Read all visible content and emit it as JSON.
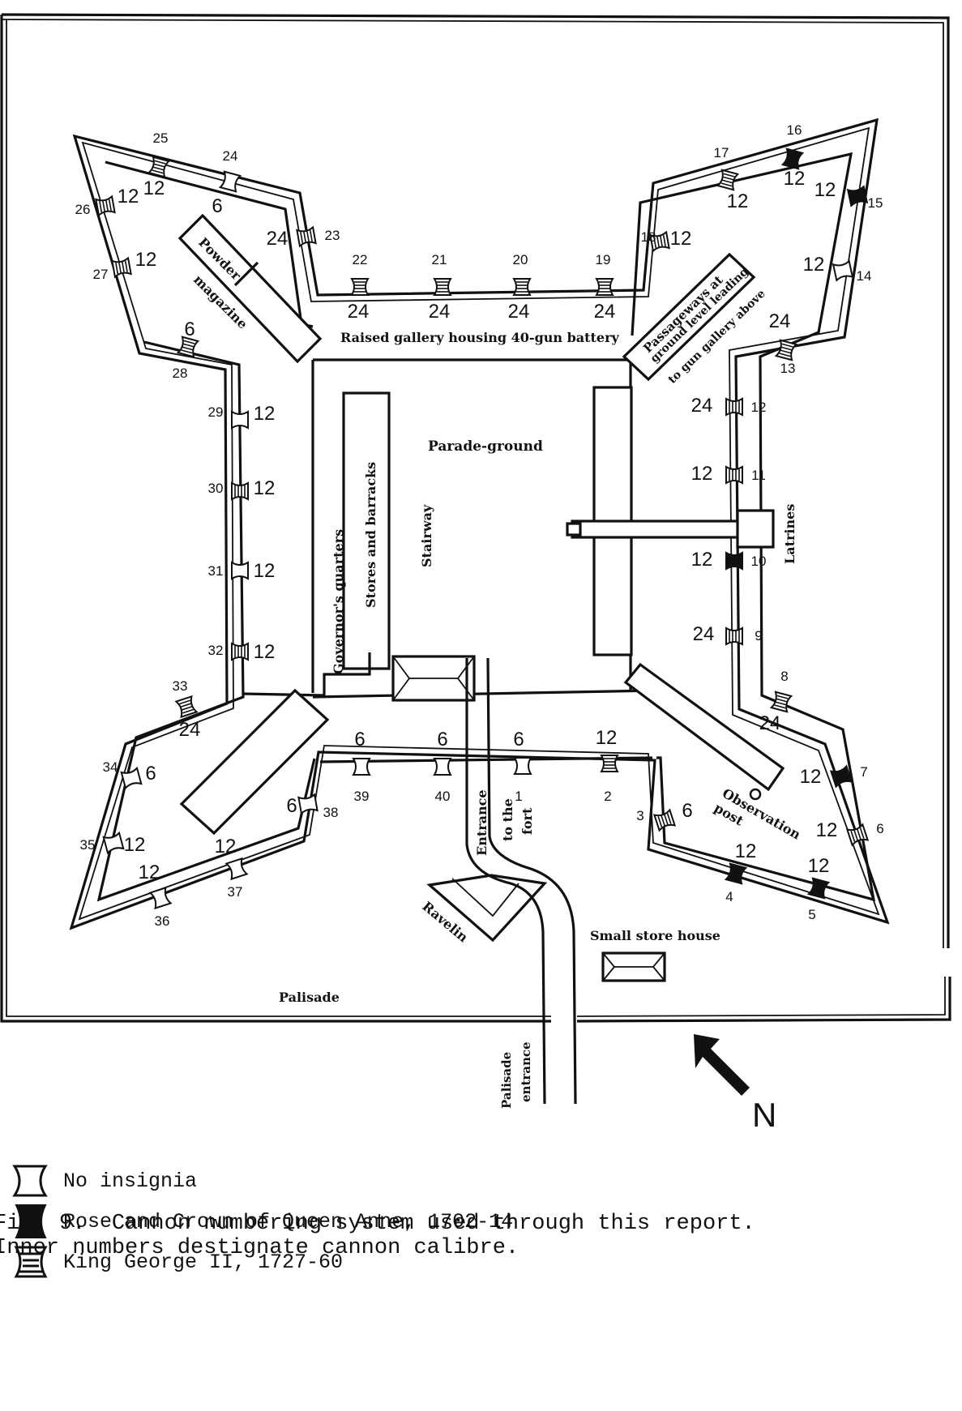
{
  "figure": {
    "caption_line1": "Fig. 9.  Cannon numbering system used through this report.",
    "caption_line2": "Inner numbers destignate cannon calibre."
  },
  "labels": {
    "powder_magazine_1": "Powder",
    "powder_magazine_2": "magazine",
    "raised_gallery": "Raised gallery housing 40-gun battery",
    "passageways_1": "Passageways at",
    "passageways_2": "ground level leading",
    "passageways_3": "to gun gallery above",
    "parade_ground": "Parade-ground",
    "stores_barracks": "Stores and barracks",
    "stairway": "Stairway",
    "governors_quarters": "Governor's quarters",
    "latrines": "Latrines",
    "entrance_1": "Entrance",
    "entrance_2": "to the",
    "entrance_3": "fort",
    "observation_1": "Observation",
    "observation_2": "post",
    "ravelin": "Ravelin",
    "small_store_house": "Small store house",
    "palisade": "Palisade",
    "palisade_entrance_1": "Palisade",
    "palisade_entrance_2": "entrance",
    "north": "N"
  },
  "legend": [
    {
      "icon": "no-insignia-icon",
      "label": "No insignia"
    },
    {
      "icon": "rose-crown-icon",
      "label": "Rose and Crown of Queen Anne, 1702-14"
    },
    {
      "icon": "king-george-icon",
      "label": "King George II, 1727-60"
    }
  ],
  "cannons": [
    {
      "number": "1",
      "calibre": "6",
      "insignia": "none"
    },
    {
      "number": "2",
      "calibre": "12",
      "insignia": "george"
    },
    {
      "number": "3",
      "calibre": "6",
      "insignia": "george"
    },
    {
      "number": "4",
      "calibre": "12",
      "insignia": "anne"
    },
    {
      "number": "5",
      "calibre": "12",
      "insignia": "anne"
    },
    {
      "number": "6",
      "calibre": "12",
      "insignia": "george"
    },
    {
      "number": "7",
      "calibre": "12",
      "insignia": "anne"
    },
    {
      "number": "8",
      "calibre": "24",
      "insignia": "george"
    },
    {
      "number": "9",
      "calibre": "24",
      "insignia": "george"
    },
    {
      "number": "10",
      "calibre": "12",
      "insignia": "anne"
    },
    {
      "number": "11",
      "calibre": "12",
      "insignia": "george"
    },
    {
      "number": "12",
      "calibre": "24",
      "insignia": "george"
    },
    {
      "number": "13",
      "calibre": "24",
      "insignia": "george"
    },
    {
      "number": "14",
      "calibre": "12",
      "insignia": "none"
    },
    {
      "number": "15",
      "calibre": "12",
      "insignia": "anne"
    },
    {
      "number": "16",
      "calibre": "12",
      "insignia": "anne"
    },
    {
      "number": "17",
      "calibre": "12",
      "insignia": "george"
    },
    {
      "number": "18",
      "calibre": "12",
      "insignia": "george"
    },
    {
      "number": "19",
      "calibre": "24",
      "insignia": "george"
    },
    {
      "number": "20",
      "calibre": "24",
      "insignia": "george"
    },
    {
      "number": "21",
      "calibre": "24",
      "insignia": "george"
    },
    {
      "number": "22",
      "calibre": "24",
      "insignia": "george"
    },
    {
      "number": "23",
      "calibre": "24",
      "insignia": "george"
    },
    {
      "number": "24",
      "calibre": "6",
      "insignia": "none"
    },
    {
      "number": "25",
      "calibre": "12",
      "insignia": "george"
    },
    {
      "number": "26",
      "calibre": "12",
      "insignia": "george"
    },
    {
      "number": "27",
      "calibre": "12",
      "insignia": "george"
    },
    {
      "number": "28",
      "calibre": "6",
      "insignia": "george"
    },
    {
      "number": "29",
      "calibre": "12",
      "insignia": "none"
    },
    {
      "number": "30",
      "calibre": "12",
      "insignia": "george"
    },
    {
      "number": "31",
      "calibre": "12",
      "insignia": "none"
    },
    {
      "number": "32",
      "calibre": "12",
      "insignia": "george"
    },
    {
      "number": "33",
      "calibre": "24",
      "insignia": "george"
    },
    {
      "number": "34",
      "calibre": "6",
      "insignia": "none"
    },
    {
      "number": "35",
      "calibre": "12",
      "insignia": "none"
    },
    {
      "number": "36",
      "calibre": "12",
      "insignia": "none"
    },
    {
      "number": "37",
      "calibre": "12",
      "insignia": "none"
    },
    {
      "number": "38",
      "calibre": "6",
      "insignia": "none"
    },
    {
      "number": "39",
      "calibre": "6",
      "insignia": "none"
    },
    {
      "number": "40",
      "calibre": "6",
      "insignia": "none"
    }
  ]
}
